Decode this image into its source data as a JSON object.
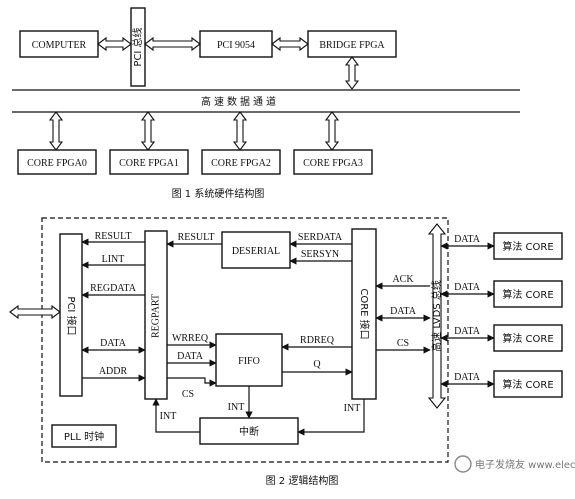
{
  "fig1": {
    "computer": "COMPUTER",
    "pci_bus": "PCI 总线",
    "pci9054": "PCI 9054",
    "bridge": "BRIDGE FPGA",
    "highspeed": "高速数据通道",
    "cores": [
      "CORE FPGA0",
      "CORE FPGA1",
      "CORE FPGA2",
      "CORE FPGA3"
    ],
    "caption": "图 1  系统硬件结构图"
  },
  "fig2": {
    "pci_iface": "PCI 接口",
    "regpart": "REGPART",
    "deserial": "DESERIAL",
    "fifo": "FIFO",
    "interrupt": "中断",
    "core_iface": "CORE 接口",
    "lvds": "高速 LVDS 总线",
    "pll": "PLL 时钟",
    "algo_cores": [
      "算法 CORE",
      "算法 CORE",
      "算法 CORE",
      "算法 CORE"
    ],
    "signals": {
      "result_left": "RESULT",
      "lint": "LINT",
      "regdata": "REGDATA",
      "data_left": "DATA",
      "addr": "ADDR",
      "result_mid": "RESULT",
      "serdata": "SERDATA",
      "sersyn": "SERSYN",
      "wrreq": "WRREQ",
      "data_mid": "DATA",
      "cs_left": "CS",
      "rdreq": "RDREQ",
      "q": "Q",
      "ack": "ACK",
      "data_core": "DATA",
      "cs_right": "CS",
      "int_regpart": "INT",
      "int_fifo": "INT",
      "int_core": "INT",
      "data_algo": [
        "DATA",
        "DATA",
        "DATA",
        "DATA"
      ]
    },
    "caption": "图 2  逻辑结构图"
  },
  "watermark": "电子发烧友 www.elecfans.com"
}
